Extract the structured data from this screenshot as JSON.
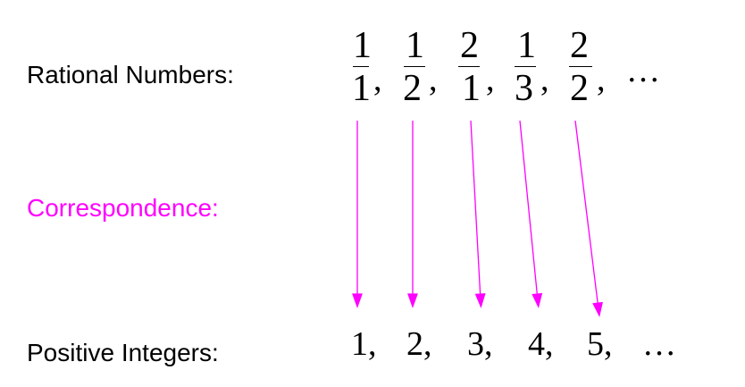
{
  "labels": {
    "rational": "Rational Numbers:",
    "correspondence": "Correspondence:",
    "integers": "Positive Integers:"
  },
  "fractions": [
    {
      "num": "1",
      "den": "1"
    },
    {
      "num": "1",
      "den": "2"
    },
    {
      "num": "2",
      "den": "1"
    },
    {
      "num": "1",
      "den": "3"
    },
    {
      "num": "2",
      "den": "2"
    }
  ],
  "fraction_separator": ",",
  "fraction_ellipsis": "…",
  "integers": [
    "1,",
    "2,",
    "3,",
    "4,",
    "5,"
  ],
  "integer_ellipsis": "…",
  "colors": {
    "text": "#000000",
    "accent": "#ff00ff",
    "arrow": "#ff00ff"
  }
}
